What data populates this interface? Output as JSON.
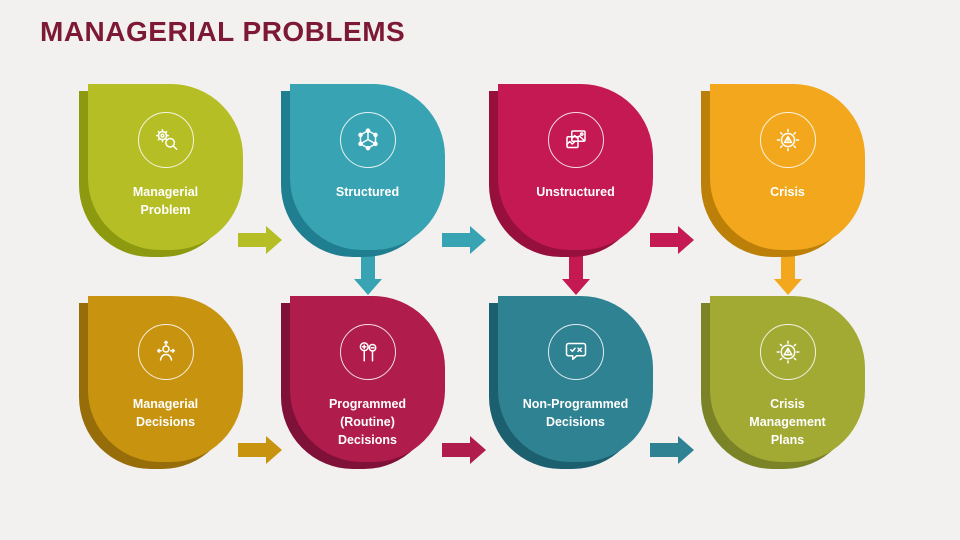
{
  "title": "MANAGERIAL PROBLEMS",
  "colors": {
    "background": "#f2f1f0",
    "title": "#7d1935",
    "label_text": "#ffffff"
  },
  "cards": [
    {
      "label": "Managerial\nProblem",
      "color": "#b5be24",
      "shadow": "#8d9a10",
      "icon": "gear-magnifier-icon"
    },
    {
      "label": "Structured",
      "color": "#38a3b2",
      "shadow": "#1f7e90",
      "icon": "cube-network-icon"
    },
    {
      "label": "Unstructured",
      "color": "#c41952",
      "shadow": "#960f3d",
      "icon": "images-icon"
    },
    {
      "label": "Crisis",
      "color": "#f2a71d",
      "shadow": "#bc8008",
      "icon": "gear-alert-icon"
    },
    {
      "label": "Managerial\nDecisions",
      "color": "#c8930f",
      "shadow": "#966d09",
      "icon": "person-directions-icon"
    },
    {
      "label": "Programmed\n(Routine)\nDecisions",
      "color": "#b01c4b",
      "shadow": "#7f1037",
      "icon": "thumbs-rating-icon"
    },
    {
      "label": "Non-Programmed\nDecisions",
      "color": "#2f8292",
      "shadow": "#1c5f6e",
      "icon": "decision-bubble-icon"
    },
    {
      "label": "Crisis\nManagement\nPlans",
      "color": "#a2aa33",
      "shadow": "#7a8426",
      "icon": "gear-warning-icon"
    }
  ]
}
